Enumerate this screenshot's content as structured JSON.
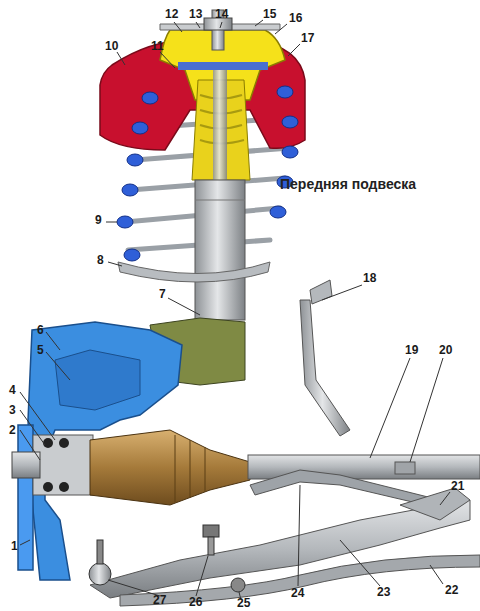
{
  "diagram": {
    "title": "Передняя подвеска",
    "labels": [
      "1",
      "2",
      "3",
      "4",
      "5",
      "6",
      "7",
      "8",
      "9",
      "10",
      "11",
      "12",
      "13",
      "14",
      "15",
      "16",
      "17",
      "18",
      "19",
      "20",
      "21",
      "22",
      "23",
      "24",
      "25",
      "26",
      "27"
    ]
  }
}
